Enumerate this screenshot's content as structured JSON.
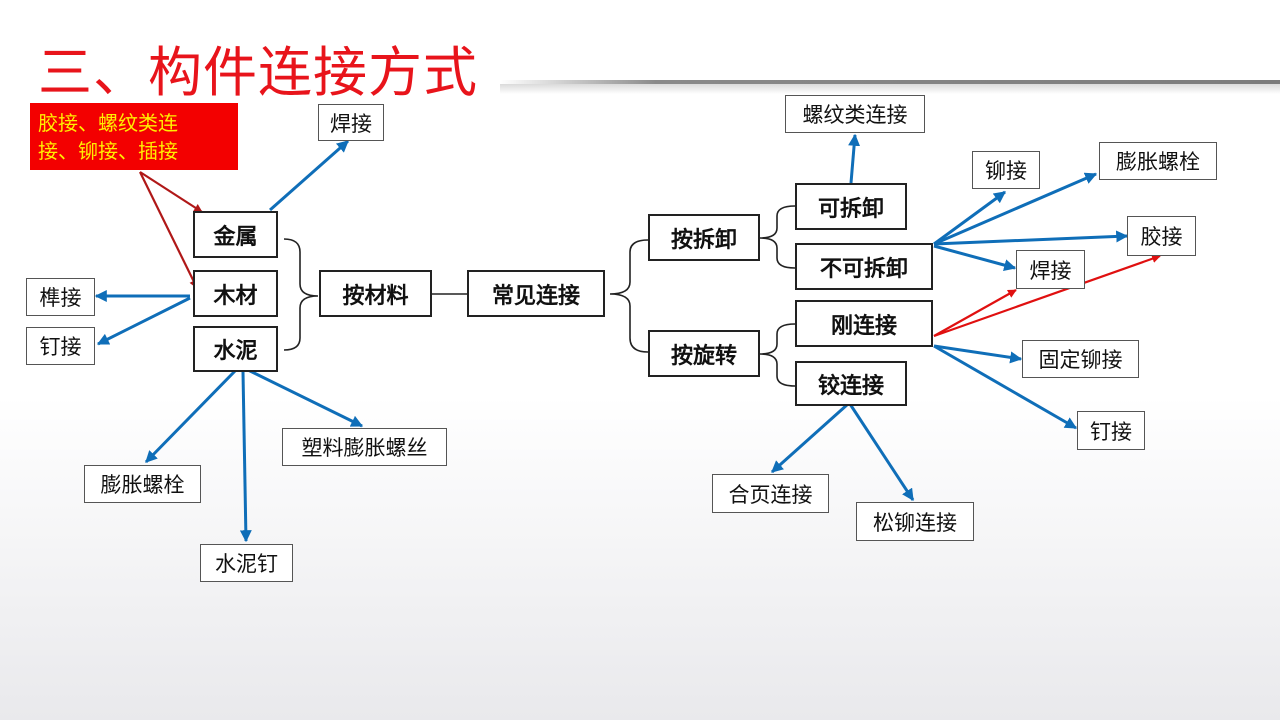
{
  "title": "三、构件连接方式",
  "callout": {
    "line1": "胶接、螺纹类连",
    "line2": "接、铆接、插接"
  },
  "nodes": {
    "metal": "金属",
    "wood": "木材",
    "cement": "水泥",
    "by_material": "按材料",
    "common": "常见连接",
    "by_disassembly": "按拆卸",
    "by_rotation": "按旋转",
    "detachable": "可拆卸",
    "non_detachable": "不可拆卸",
    "rigid": "刚连接",
    "hinged": "铰连接"
  },
  "leaves": {
    "welding_top": "焊接",
    "mortise": "榫接",
    "nail_left": "钉接",
    "expansion_bolt_left": "膨胀螺栓",
    "cement_nail": "水泥钉",
    "plastic_anchor": "塑料膨胀螺丝",
    "threaded": "螺纹类连接",
    "rivet": "铆接",
    "expansion_bolt_right": "膨胀螺栓",
    "glue": "胶接",
    "welding_right": "焊接",
    "fixed_rivet": "固定铆接",
    "nail_right": "钉接",
    "hinge": "合页连接",
    "loose_rivet": "松铆连接"
  },
  "colors": {
    "title": "#e8141b",
    "blue_arrow": "#0f6eb8",
    "red_arrow": "#e01010",
    "darkred_arrow": "#b01818",
    "callout_bg": "#f30000",
    "callout_text": "#ffee00"
  }
}
